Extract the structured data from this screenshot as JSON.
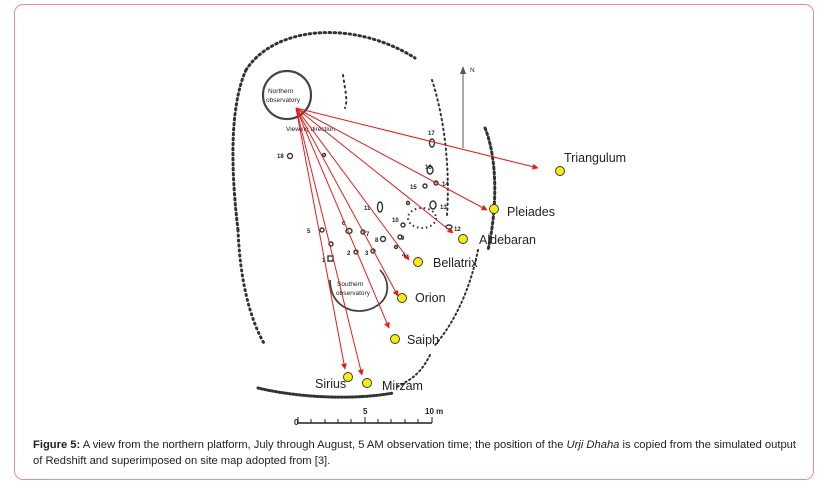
{
  "map": {
    "northern_observatory_label_1": "Northern",
    "northern_observatory_label_2": "observatory",
    "viewing_direction_label": "Viewing direction",
    "southern_observatory_label_1": "Southern",
    "southern_observatory_label_2": "observatory",
    "north_label": "N",
    "scale": {
      "zero": "0",
      "mid": "5",
      "end": "10 m"
    },
    "stone_numbers": [
      "1",
      "2",
      "3",
      "4",
      "5",
      "6",
      "7",
      "8",
      "9",
      "10",
      "11",
      "12",
      "13",
      "14",
      "15",
      "16",
      "17",
      "18"
    ]
  },
  "stars": [
    {
      "name": "Triangulum"
    },
    {
      "name": "Pleiades"
    },
    {
      "name": "Aldebaran"
    },
    {
      "name": "Bellatrix"
    },
    {
      "name": "Orion"
    },
    {
      "name": "Saiph"
    },
    {
      "name": "Sirius"
    },
    {
      "name": "Mirzam"
    }
  ],
  "caption": {
    "figure_label": "Figure 5:",
    "text_1": " A view from the northern platform, July through August, 5 AM observation time; the position of the ",
    "italic": "Urji Dhaha",
    "text_2": " is copied from the simulated output of Redshift and superimposed on site map adopted from [3]."
  },
  "colors": {
    "arrow": "#e0201c",
    "star_fill": "#f4ee10",
    "frame": "#e8908a"
  }
}
